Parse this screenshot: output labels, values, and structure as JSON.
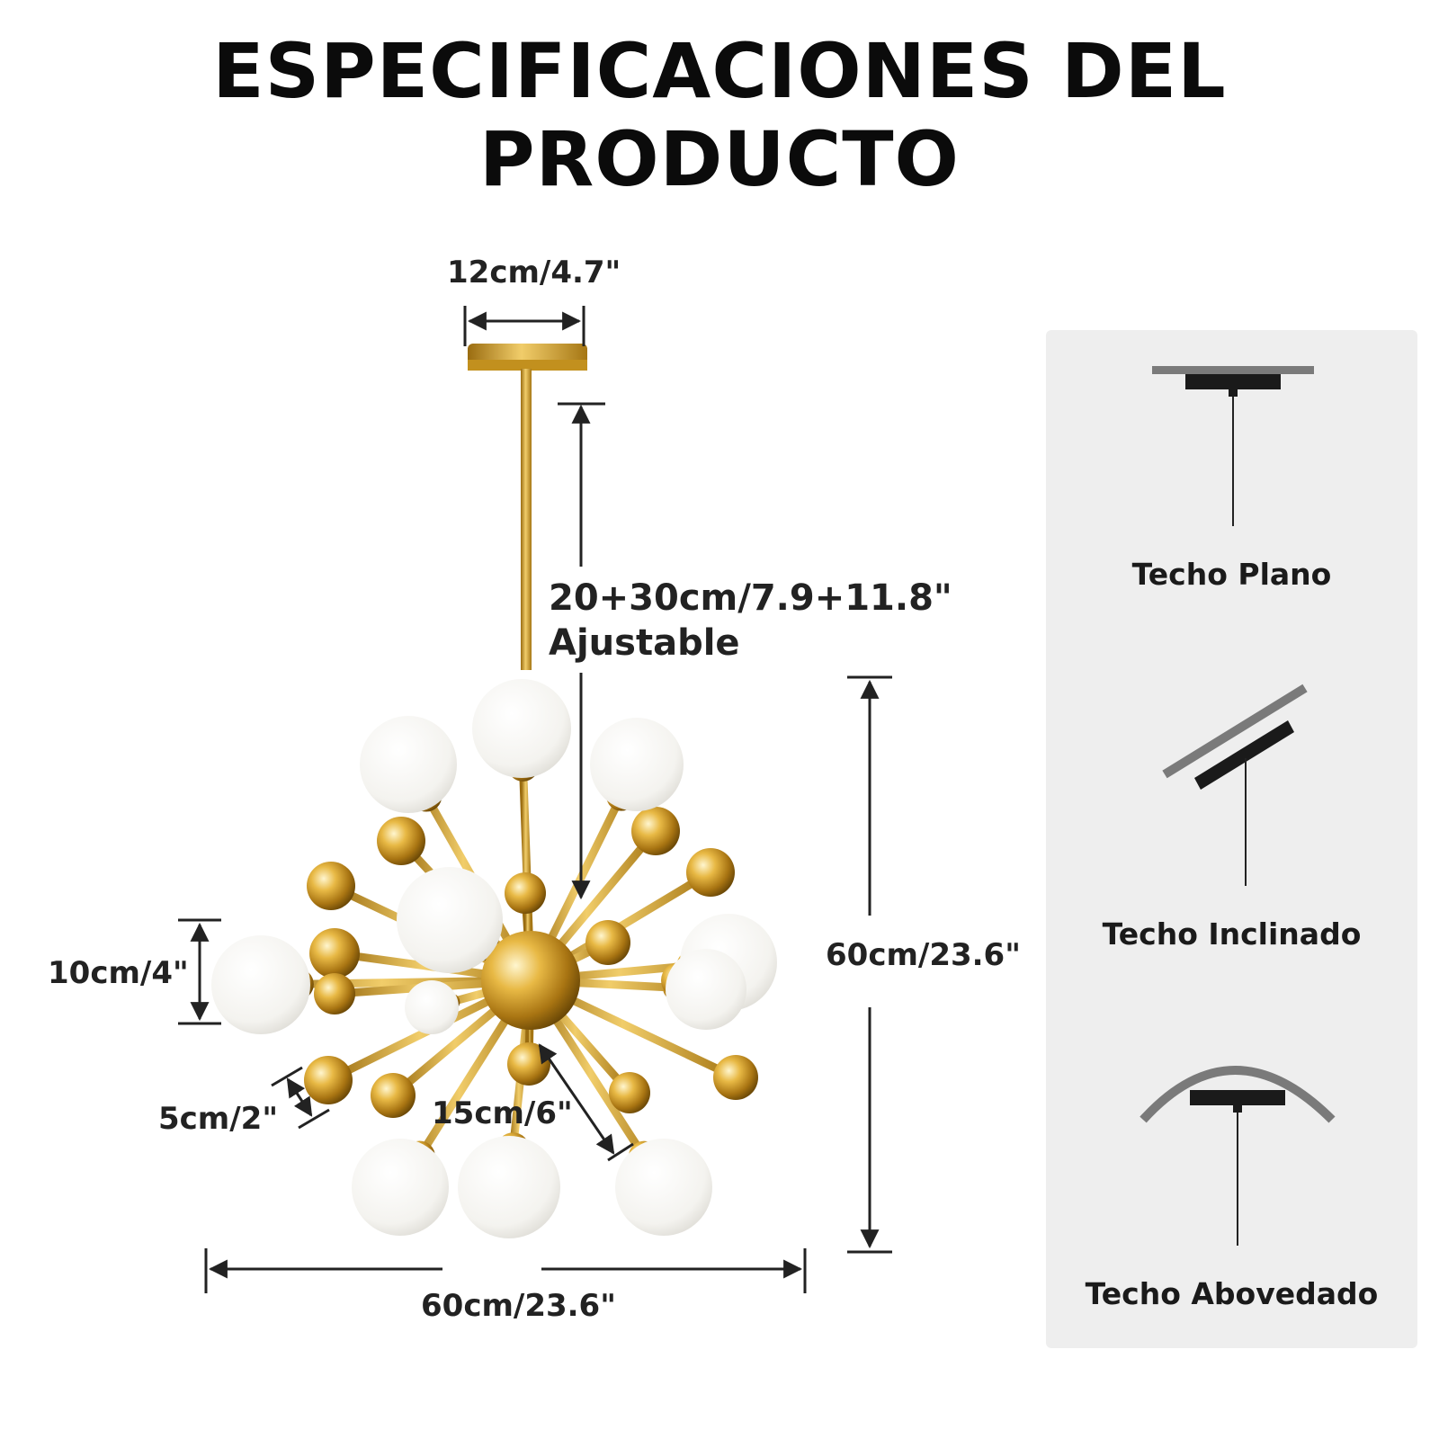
{
  "title": "ESPECIFICACIONES DEL PRODUCTO",
  "dimensions": {
    "canopy_width": "12cm/4.7\"",
    "rod_length": "20+30cm/7.9+11.8\"",
    "rod_adjustable": "Ajustable",
    "height": "60cm/23.6\"",
    "globe_diameter": "10cm/4\"",
    "ball_diameter": "5cm/2\"",
    "arm_length": "15cm/6\"",
    "width": "60cm/23.6\""
  },
  "ceiling_types": [
    {
      "label": "Techo Plano",
      "icon": "flat-ceiling-icon"
    },
    {
      "label": "Techo Inclinado",
      "icon": "sloped-ceiling-icon"
    },
    {
      "label": "Techo Abovedado",
      "icon": "vaulted-ceiling-icon"
    }
  ],
  "colors": {
    "gold": "#d4a22a",
    "globe": "#f7f7f5",
    "panel": "#eeeeee",
    "mount": "#1a1a1a",
    "ceiling": "#7a7a7a"
  }
}
